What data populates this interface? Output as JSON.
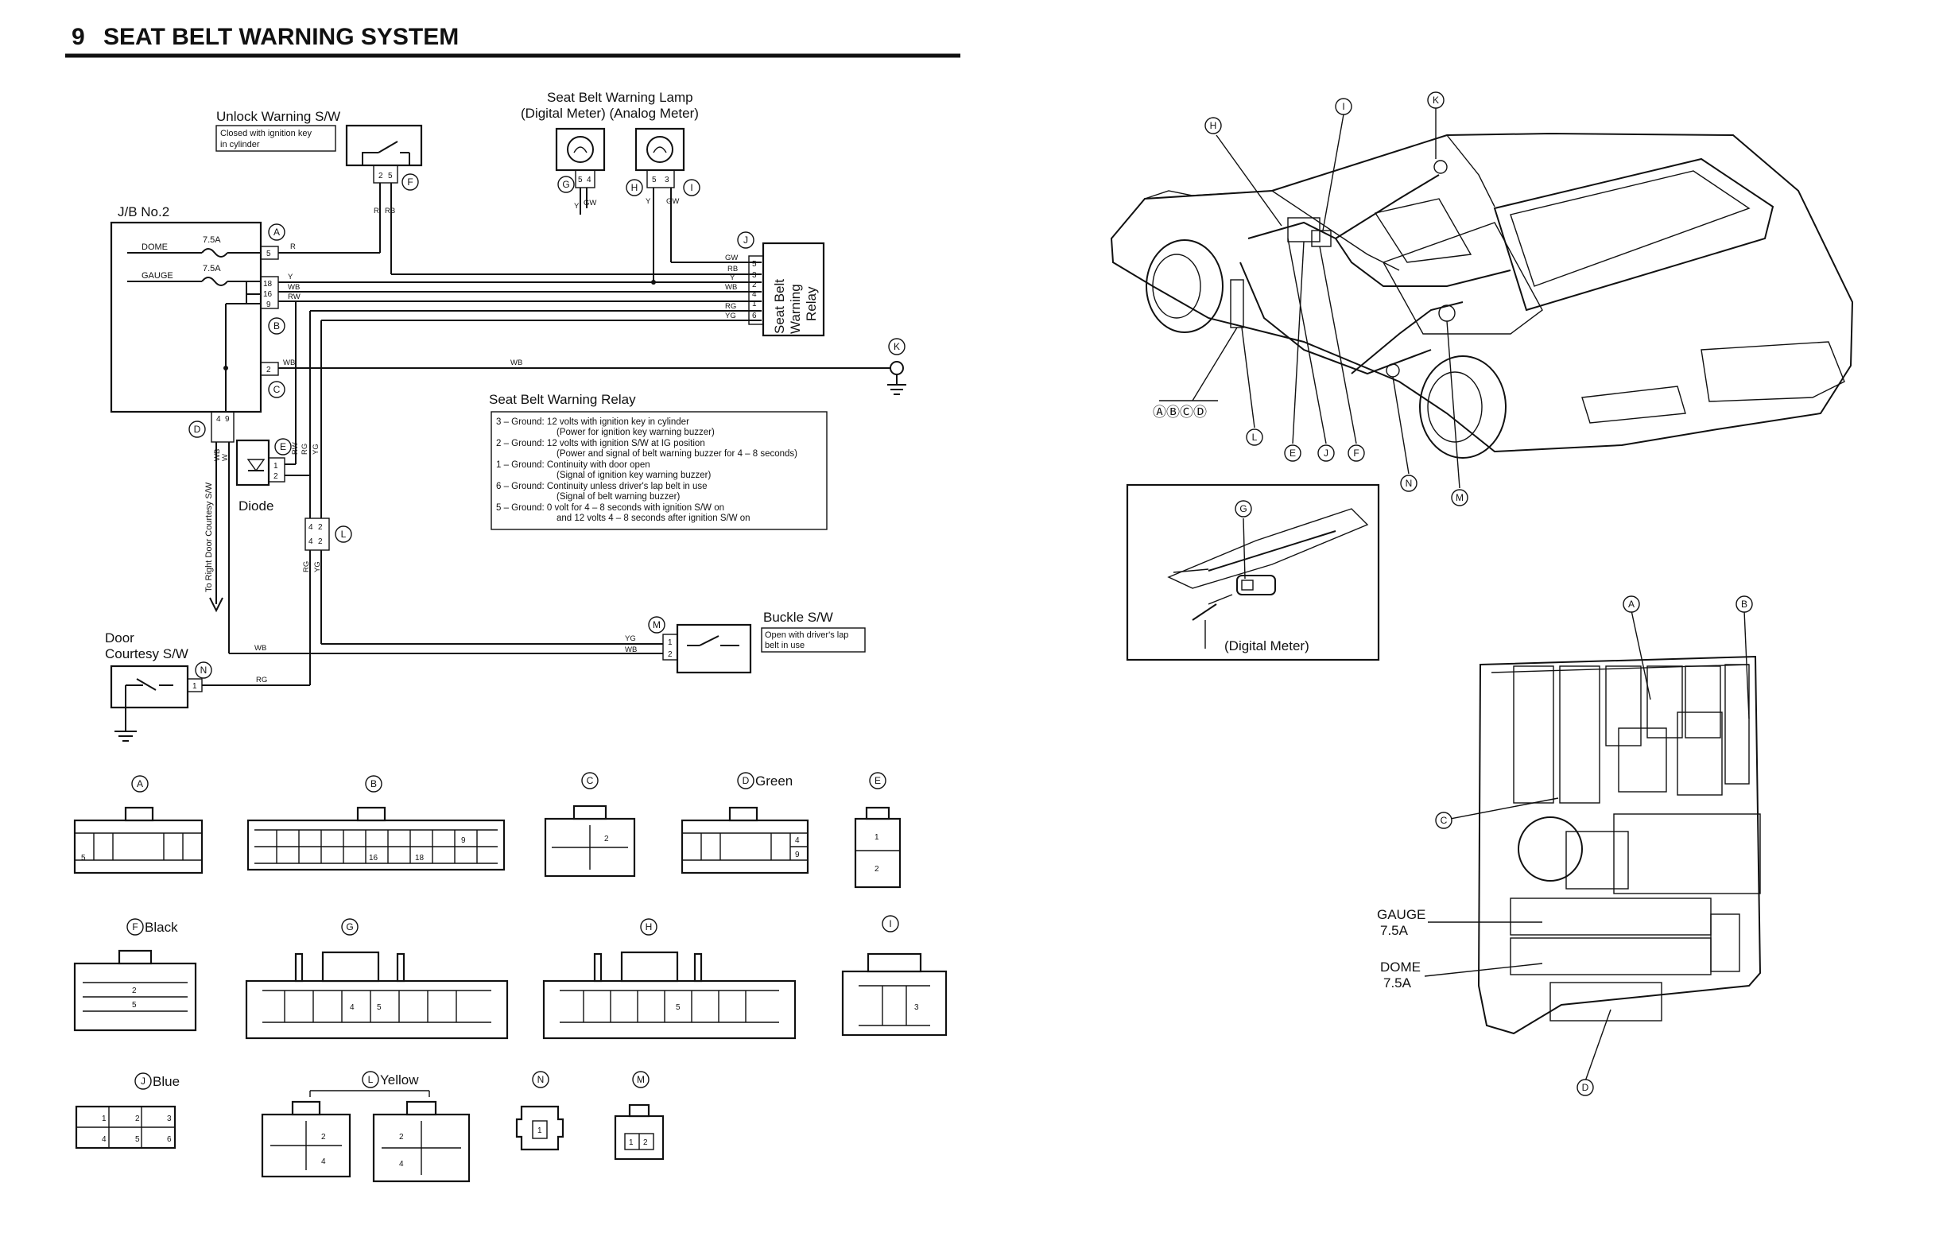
{
  "page": {
    "section_number": "9",
    "title": "SEAT BELT WARNING SYSTEM"
  },
  "schematic": {
    "unlock_switch_label": "Unlock Warning S/W",
    "unlock_switch_note_1": "Closed with ignition key",
    "unlock_switch_note_2": "in cylinder",
    "lamp_label_1": "Seat Belt Warning Lamp",
    "lamp_label_2": "(Digital Meter) (Analog Meter)",
    "jb_label": "J/B No.2",
    "fuse_dome": "DOME",
    "fuse_gauge": "GAUGE",
    "fuse_rating": "7.5A",
    "relay_label_1": "Seat Belt",
    "relay_label_2": "Warning",
    "relay_label_3": "Relay",
    "diode_label": "Diode",
    "right_door_label": "To Right Door Courtesy S/W",
    "door_switch_label_1": "Door",
    "door_switch_label_2": "Courtesy S/W",
    "buckle_switch_label": "Buckle S/W",
    "buckle_note_1": "Open with driver's lap",
    "buckle_note_2": "belt in use",
    "wire_colors": {
      "r": "R",
      "rb": "RB",
      "y": "Y",
      "wb": "WB",
      "rw": "RW",
      "gw": "GW",
      "rg": "RG",
      "yg": "YG",
      "w": "W"
    },
    "relay_pins": [
      {
        "color": "GW",
        "pin": "5"
      },
      {
        "color": "RB",
        "pin": "3"
      },
      {
        "color": "Y",
        "pin": "2"
      },
      {
        "color": "WB",
        "pin": "4"
      },
      {
        "color": "RG",
        "pin": "1"
      },
      {
        "color": "YG",
        "pin": "6"
      }
    ],
    "relay_table_title": "Seat Belt  Warning Relay",
    "relay_table": [
      "3 – Ground:  12 volts with ignition key in cylinder",
      "(Power for ignition key warning buzzer)",
      "2 – Ground:  12 volts with ignition S/W at IG position",
      "(Power and signal of belt warning buzzer for 4 – 8 seconds)",
      "1 – Ground:  Continuity with door open",
      "(Signal of ignition key warning buzzer)",
      "6 – Ground:  Continuity unless driver's lap belt in use",
      "(Signal of belt warning buzzer)",
      "5 – Ground:  0 volt   for 4 – 8 seconds with ignition S/W on",
      "and 12 volts 4 – 8 seconds after ignition S/W on"
    ]
  },
  "connector_refs": {
    "a": "A",
    "b": "B",
    "c": "C",
    "d": "D",
    "e": "E",
    "f": "F",
    "g": "G",
    "h": "H",
    "i": "I",
    "j": "J",
    "k": "K",
    "l": "L",
    "m": "M",
    "n": "N"
  },
  "connector_views": {
    "d_color": "Green",
    "f_color": "Black",
    "j_color": "Blue",
    "l_color": "Yellow"
  },
  "pin_numbers": {
    "n1": "1",
    "n2": "2",
    "n3": "3",
    "n4": "4",
    "n5": "5",
    "n6": "6",
    "n9": "9",
    "n16": "16",
    "n18": "18"
  },
  "locator": {
    "digital_meter_label": "(Digital Meter)",
    "group_label": "ⒶⒷⒸⒹ",
    "fuse_gauge_label": "GAUGE",
    "fuse_dome_label": "DOME",
    "fuse_rating": "7.5A"
  }
}
